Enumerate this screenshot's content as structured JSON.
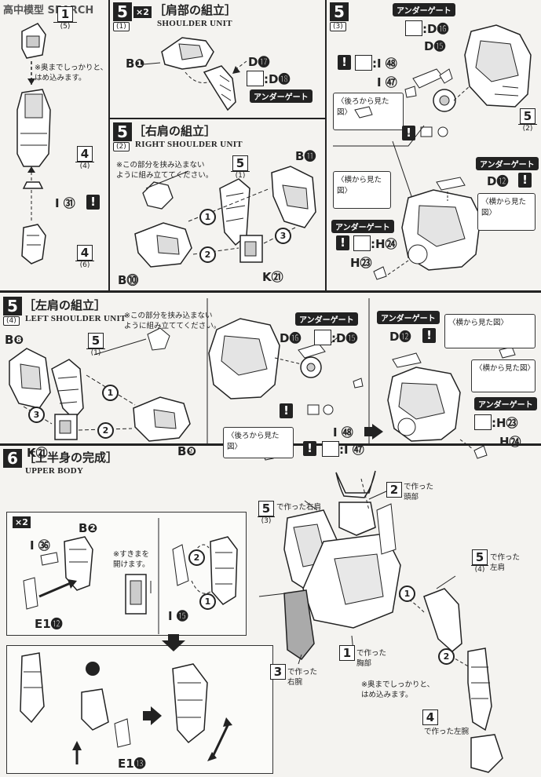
{
  "header": {
    "watermark": "高中模型 SEARCH"
  },
  "step5_1": {
    "step": "5",
    "sub": "(1)",
    "multiplier": "×2",
    "title": "［肩部の組立］",
    "subtitle": "SHOULDER UNIT",
    "parts": {
      "b": "B❶",
      "d_top": "D⓱",
      "d_swap": ":D⓲"
    },
    "undergate": "アンダーゲート"
  },
  "left_column": {
    "ref_top": {
      "num": "1",
      "sub": "(5)"
    },
    "note": [
      "※奥までしっかりと、",
      "はめ込みます。"
    ],
    "ref_mid": {
      "num": "4",
      "sub": "(4)"
    },
    "part_i": "I ㉛",
    "ref_bot": {
      "num": "4",
      "sub": "(6)"
    }
  },
  "step5_3": {
    "step": "5",
    "sub": "(3)",
    "undergate1": "アンダーゲート",
    "part_d16": ":D⓰",
    "part_d15": "D⓯",
    "part_i48": ":I ㊽",
    "part_i47": "I ㊼",
    "back_view": "〈後ろから見た図〉",
    "ref": {
      "num": "5",
      "sub": "(2)"
    },
    "side_view": "〈横から見た図〉",
    "undergate2": "アンダーゲート",
    "part_d12": "D⓬",
    "side_view2": "〈横から見た図〉",
    "undergate3": "アンダーゲート",
    "part_h24": ":H㉔",
    "part_h23": "H㉓"
  },
  "step5_2": {
    "step": "5",
    "sub": "(2)",
    "title": "［右肩の組立］",
    "subtitle": "RIGHT SHOULDER UNIT",
    "note": [
      "※この部分を挟み込まない",
      "ように組み立ててください。"
    ],
    "ref": {
      "num": "5",
      "sub": "(1)"
    },
    "part_b11": "B⓫",
    "part_b10": "B⓾",
    "part_k21": "K㉑",
    "seq": [
      "1",
      "2",
      "3"
    ]
  },
  "step5_4": {
    "step": "5",
    "sub": "(4)",
    "title": "［左肩の組立］",
    "subtitle": "LEFT SHOULDER UNIT",
    "note": [
      "※この部分を挟み込まない",
      "ように組み立ててください。"
    ],
    "part_b8": "B❽",
    "ref": {
      "num": "5",
      "sub": "(1)"
    },
    "part_k21": "K㉑",
    "part_b9": "B❾",
    "seq": [
      "1",
      "2",
      "3"
    ],
    "undergate1": "アンダーゲート",
    "part_d16": "D⓰",
    "part_d15": ":D⓯",
    "back_view": "〈後ろから見た図〉",
    "part_i48": "I ㊽",
    "part_i47": ":I ㊼",
    "undergate2": "アンダーゲート",
    "part_d12": "D⓬",
    "side_view": "〈横から見た図〉",
    "side_view2": "〈横から見た図〉",
    "undergate3": "アンダーゲート",
    "part_h23": ":H㉓",
    "part_h24": "H㉔"
  },
  "step6": {
    "step": "6",
    "title": "［上半身の完成］",
    "subtitle": "UPPER BODY",
    "multiplier": "×2",
    "part_b2": "B❷",
    "part_i36": "I ㊱",
    "part_e12": "E1⓬",
    "gap_note": [
      "※すきまを",
      "開けます。"
    ],
    "part_i15": "I ⓯",
    "part_e13": "E1⓭",
    "seq": [
      "1",
      "2"
    ],
    "ref_right_shoulder": {
      "num": "5",
      "sub": "(3)",
      "text": "で作った右肩"
    },
    "ref_head": {
      "num": "2",
      "text1": "で作った",
      "text2": "頭部"
    },
    "ref_left_shoulder": {
      "num": "5",
      "sub": "(4)",
      "text1": "で作った",
      "text2": "左肩"
    },
    "ref_chest": {
      "num": "1",
      "text1": "で作った",
      "text2": "胸部"
    },
    "ref_right_arm": {
      "num": "3",
      "text1": "で作った",
      "text2": "右腕"
    },
    "note_bottom": [
      "※奥までしっかりと、",
      "はめ込みます。"
    ],
    "ref_left_arm": {
      "num": "4",
      "text": "で作った左腕"
    }
  }
}
